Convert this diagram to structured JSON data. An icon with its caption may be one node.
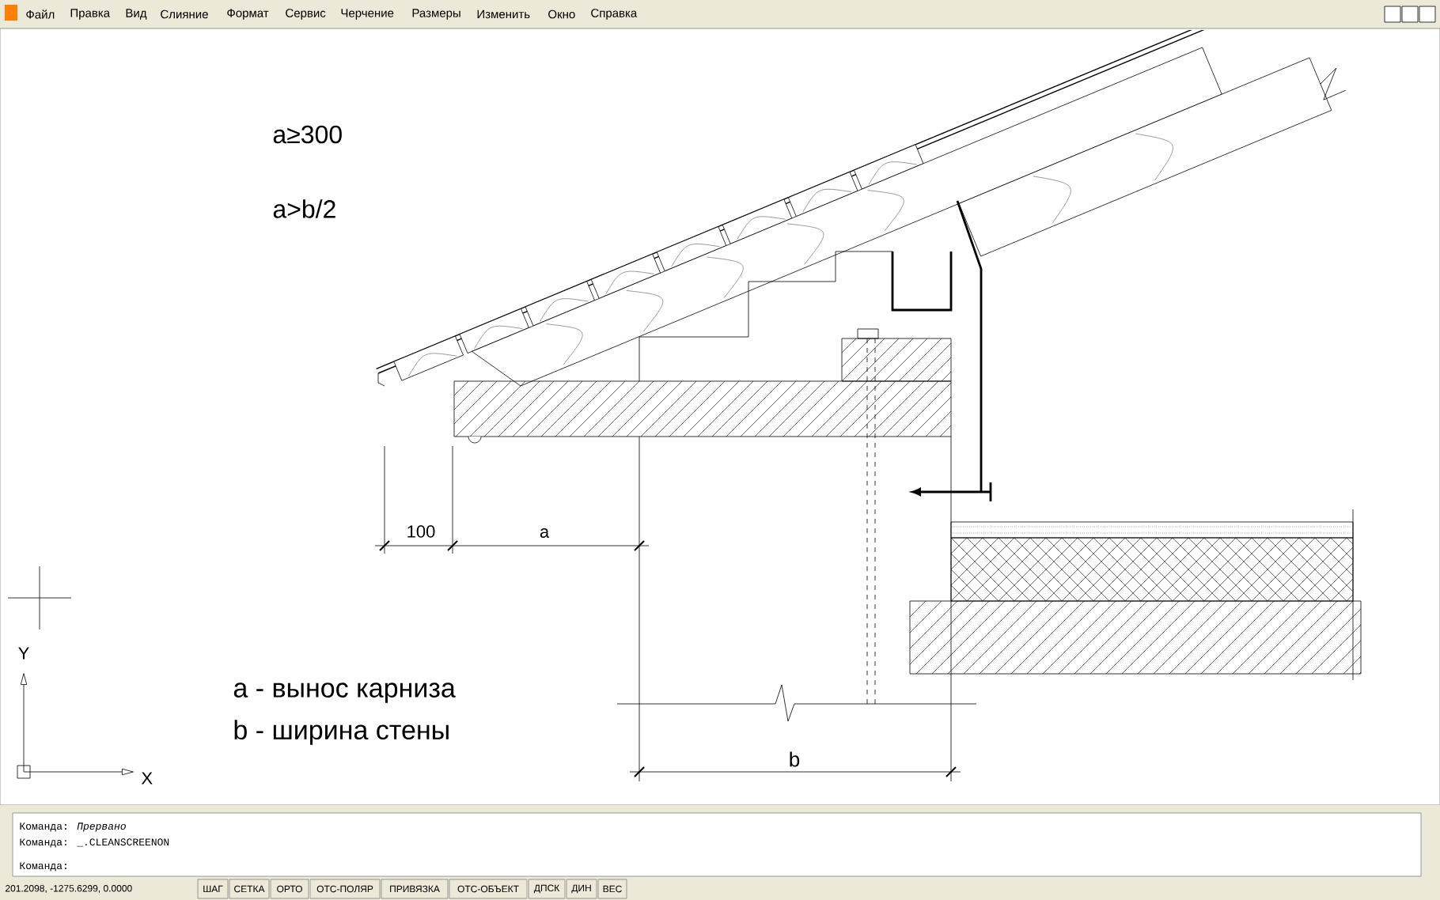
{
  "diagram": {
    "labels": [
      "Файл",
      "Правка",
      "Вид",
      "Слияние",
      "Формат",
      "Сервис",
      "Черчение",
      "Размеры",
      "Изменить",
      "Окно",
      "Справка",
      "a≥300",
      "a>b/2",
      "100",
      "a",
      "a - вынос карниза",
      "b - ширина стены",
      "Y",
      "X",
      "b",
      "Команда: *Прервано*",
      "Команда: _.CLEANSCREENON",
      "Команда:",
      "201.2098, -1275.6299, 0.0000",
      "ШАГ",
      "СЕТКА",
      "ОРТО",
      "ОТС-ПОЛЯР",
      "ПРИВЯЗКА",
      "ОТС-ОБЪЕКТ",
      "ДПСК",
      "ДИН",
      "ВЕС"
    ]
  }
}
